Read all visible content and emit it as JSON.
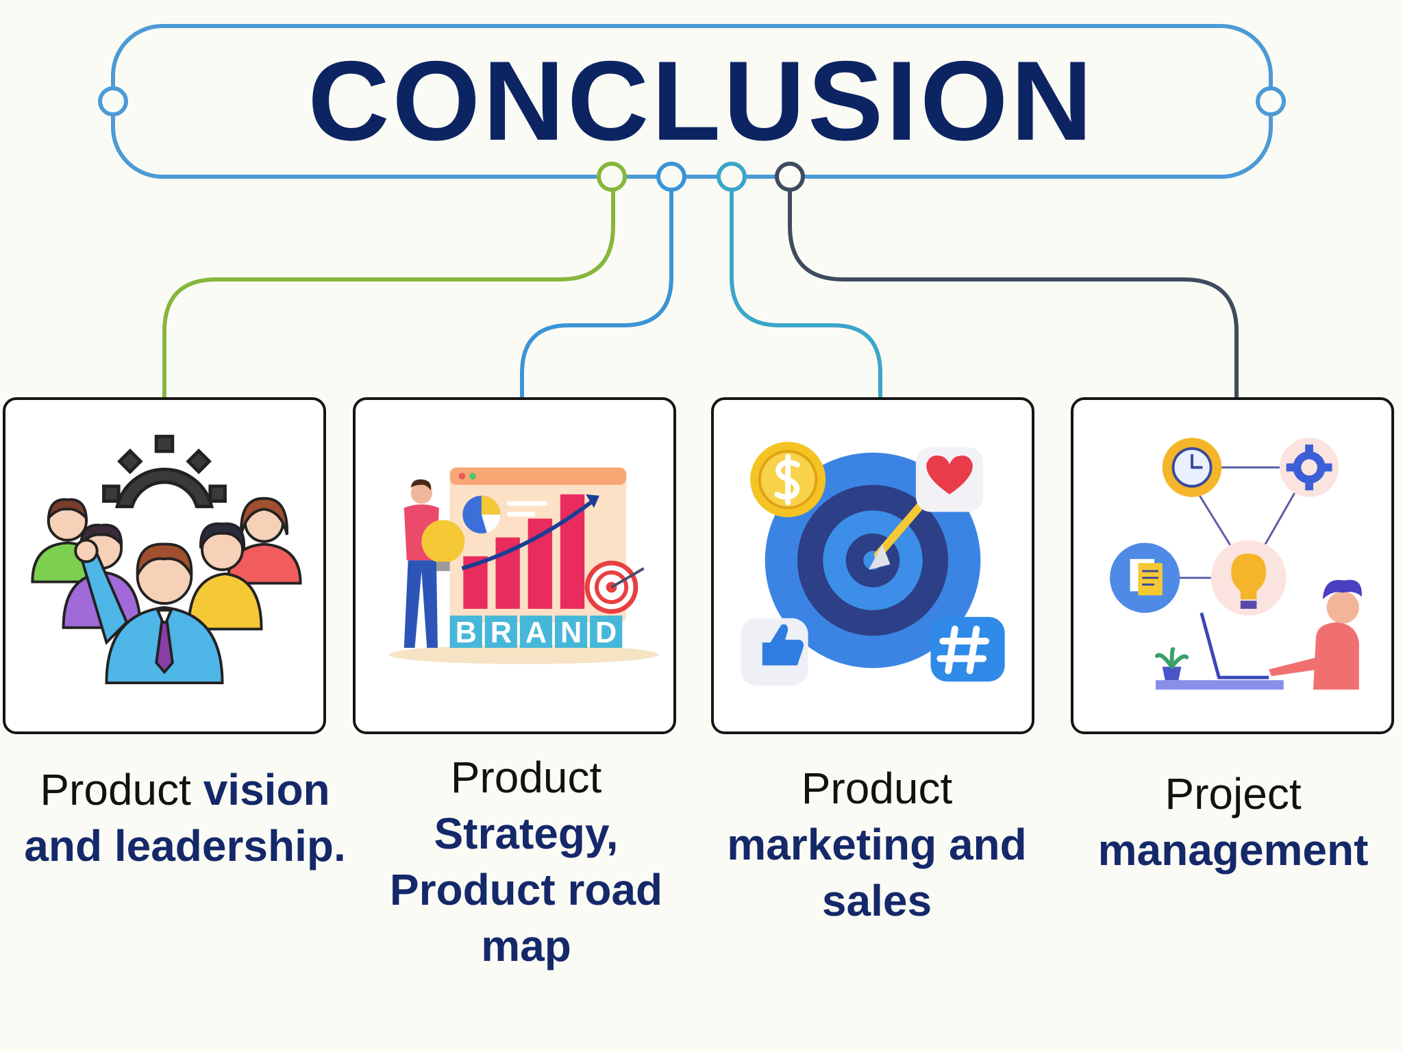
{
  "title": "CONCLUSION",
  "colors": {
    "title": "#0d2463",
    "label_bold": "#14286a",
    "frame": "#4c9ad6",
    "branch_1": "#86b63c",
    "branch_2": "#3b94d6",
    "branch_3": "#3aa6c9",
    "branch_4": "#3f4b5e"
  },
  "cards": [
    {
      "icon": "team-leadership-icon",
      "label_regular": "Product ",
      "label_bold": "vision and leadership",
      "label_tail": "."
    },
    {
      "icon": "brand-strategy-icon",
      "label_regular": "Product ",
      "label_bold": "Strategy, Product road map",
      "label_tail": "",
      "brand_text": [
        "B",
        "R",
        "A",
        "N",
        "D"
      ]
    },
    {
      "icon": "marketing-target-icon",
      "label_regular": "Product ",
      "label_bold": "marketing and sales",
      "label_tail": ""
    },
    {
      "icon": "project-management-icon",
      "label_regular": "Project ",
      "label_bold": "management",
      "label_tail": ""
    }
  ]
}
